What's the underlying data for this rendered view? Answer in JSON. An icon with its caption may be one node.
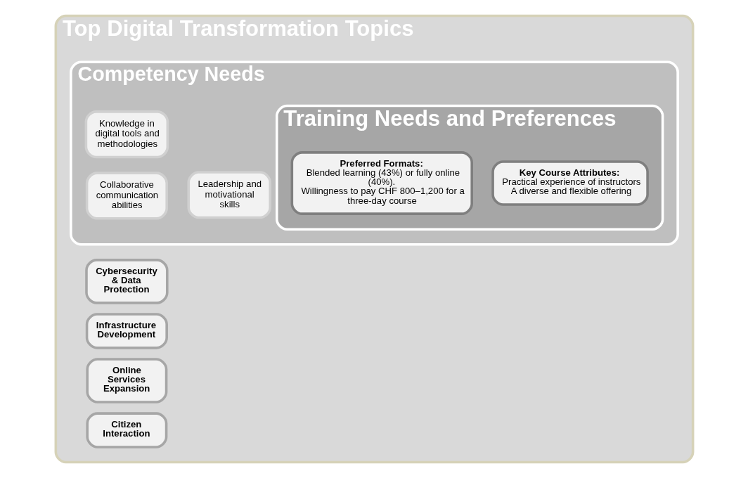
{
  "diagram": {
    "nodes": [
      {
        "text": [
          "Top Digital Transformation Topics"
        ]
      },
      {
        "text": [
          "Cybersecurity & Data Protection"
        ],
        "in": 0
      },
      {
        "text": [
          "Infrastructure Development"
        ],
        "in": 0
      },
      {
        "text": [
          "Online Services Expansion"
        ],
        "in": 0
      },
      {
        "text": [
          "Citizen Interaction"
        ],
        "in": 0
      },
      {
        "text": [
          "Competency Needs"
        ],
        "in": 0
      },
      {
        "text": [
          "Leadership and motivational skills"
        ],
        "in": 5
      },
      {
        "text": [
          "Knowledge in digital tools and methodologies"
        ],
        "in": 5
      },
      {
        "text": [
          "Collaborative communication abilities"
        ],
        "in": 5
      },
      {
        "text": [
          "Training Needs and Preferences"
        ],
        "in": 5
      },
      {
        "text": [
          "Preferred Formats:",
          "Blended learning (43%) or fully online (40%).",
          "Willingness to pay CHF 800–1,200 for a three-day course"
        ],
        "in": 9
      },
      {
        "text": [
          "Key Course Attributes:",
          "Practical experience of instructors",
          "A diverse and flexible offering"
        ],
        "in": 9
      }
    ],
    "edges": []
  }
}
